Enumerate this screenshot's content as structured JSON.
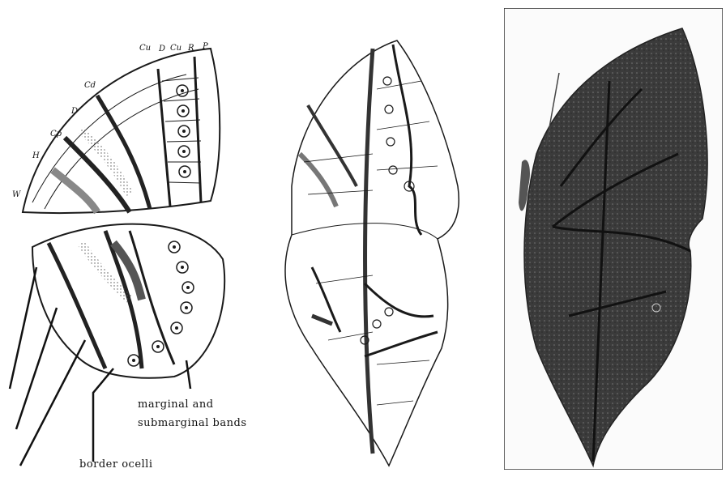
{
  "figure": {
    "vein_labels": [
      "Cu",
      "D",
      "Cu",
      "R",
      "P",
      "Cd",
      "D",
      "Cp",
      "H",
      "W"
    ],
    "annotation_1_line1": "marginal  and",
    "annotation_1_line2": "submarginal  bands",
    "annotation_2": "border  ocelli"
  },
  "colors": {
    "ink": "#1a1a1a",
    "paper": "#ffffff",
    "stipple": "#d8d8d8",
    "photo_dark": "#3b3b3b"
  }
}
